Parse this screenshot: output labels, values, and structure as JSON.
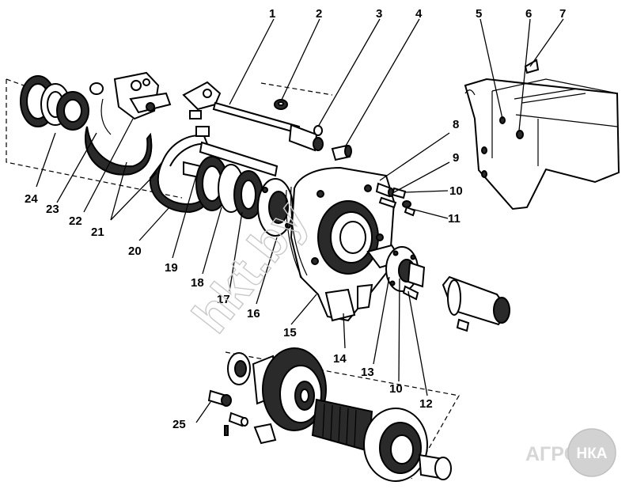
{
  "callouts": {
    "c1": "1",
    "c2": "2",
    "c3": "3",
    "c4": "4",
    "c5": "5",
    "c6": "6",
    "c7": "7",
    "c8": "8",
    "c9": "9",
    "c10a": "10",
    "c11": "11",
    "c12": "12",
    "c13": "13",
    "c10b": "10",
    "c14": "14",
    "c15": "15",
    "c16": "16",
    "c17": "17",
    "c18": "18",
    "c19": "19",
    "c20": "20",
    "c21": "21",
    "c22": "22",
    "c23": "23",
    "c24": "24",
    "c25": "25"
  },
  "watermark": "hkt.by",
  "logo": {
    "left": "АГРО",
    "badge": "НКА"
  }
}
